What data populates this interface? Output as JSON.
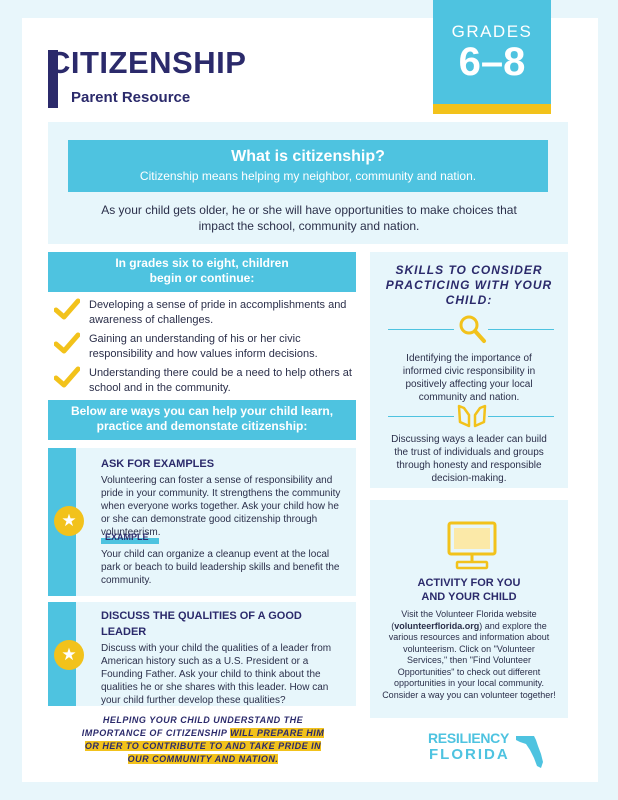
{
  "header": {
    "title": "CITIZENSHIP",
    "subtitle": "Parent Resource",
    "grades_label": "GRADES",
    "grades_range": "6–8"
  },
  "intro": {
    "question": "What is citizenship?",
    "definition": "Citizenship means helping my neighbor, community and nation.",
    "text": "As your child gets older, he or she will have opportunities to make choices that impact the school, community and nation."
  },
  "grades_section": {
    "heading_line1": "In grades six to eight, children",
    "heading_line2": "begin or continue:",
    "items": [
      "Developing a sense of pride in accomplishments and awareness of challenges.",
      "Gaining an understanding of his or her civic responsibility and how values inform decisions.",
      "Understanding there could be a need to help others at school and in the community."
    ]
  },
  "ways_heading": {
    "line1": "Below are ways you can help your child learn,",
    "line2": "practice and demonstate citizenship:"
  },
  "card1": {
    "title": "ASK FOR EXAMPLES",
    "body": "Volunteering can foster a sense of responsibility and pride in your community. It strengthens the community when everyone works together. Ask your child how he or she can demonstrate good citizenship through volunteerism.",
    "example_label": "EXAMPLE",
    "example_text": "Your child can organize a cleanup event at the local park or beach to build leadership skills and benefit the community."
  },
  "card2": {
    "title": "DISCUSS THE QUALITIES OF A GOOD LEADER",
    "body": "Discuss with your child the qualities of a leader from American history such as a U.S. President or a Founding Father. Ask your child to think about the qualities he or she shares with this leader. How can your child further develop these qualities?"
  },
  "skills": {
    "heading": "SKILLS TO CONSIDER PRACTICING WITH YOUR CHILD:",
    "items": [
      "Identifying the importance of informed civic responsibility in positively affecting your local community and nation.",
      "Discussing ways a leader can build the trust of individuals and groups through honesty and responsible decision-making."
    ]
  },
  "activity": {
    "heading_line1": "ACTIVITY FOR YOU",
    "heading_line2": "AND YOUR CHILD",
    "text_before": "Visit the Volunteer Florida website (",
    "link": "volunteerflorida.org",
    "text_after": ") and explore the various resources and information about volunteerism. Click on \"Volunteer Services,\" then \"Find Volunteer Opportunities\" to check out different opportunities in your local community. Consider a way you can volunteer together!"
  },
  "footer": {
    "note_plain": "HELPING YOUR CHILD UNDERSTAND THE IMPORTANCE OF CITIZENSHIP ",
    "note_highlight": "WILL PREPARE HIM OR HER TO CONTRIBUTE TO AND TAKE PRIDE IN OUR COMMUNITY AND NATION."
  },
  "brand": {
    "line1": "RESILIENCY",
    "line2": "FLORIDA"
  },
  "icons": {
    "check": "checkmark-icon",
    "star": "star-icon",
    "magnifier": "magnifying-glass-icon",
    "hands": "raised-hands-icon",
    "computer": "computer-icon",
    "florida": "florida-map-icon"
  },
  "colors": {
    "accent": "#4ec3e0",
    "navy": "#2b2a6b",
    "yellow": "#f2c21b",
    "pale": "#e7f6fb"
  }
}
